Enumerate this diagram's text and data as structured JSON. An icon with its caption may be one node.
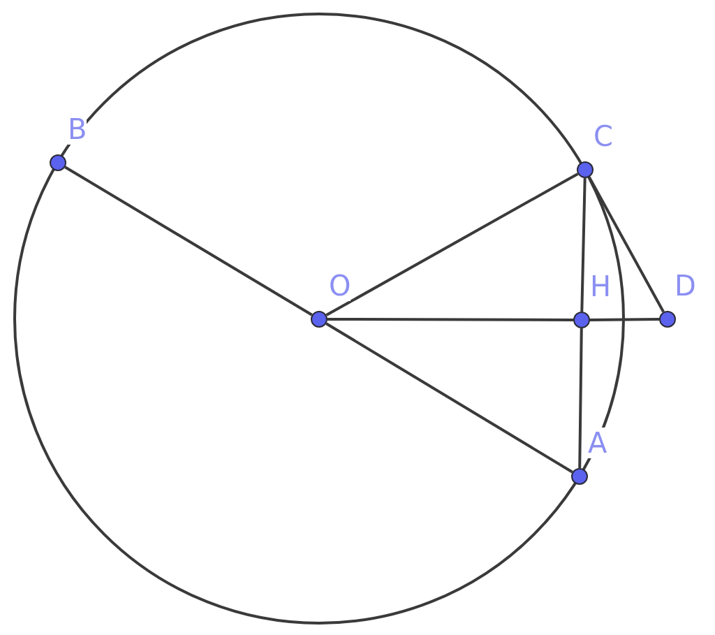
{
  "diagram": {
    "nodes": [
      {
        "text": [
          "B"
        ]
      },
      {
        "text": [
          "C"
        ]
      },
      {
        "text": [
          "O"
        ]
      },
      {
        "text": [
          "H"
        ]
      },
      {
        "text": [
          "D"
        ]
      },
      {
        "text": [
          "A"
        ]
      }
    ],
    "edges": [
      {
        "from": 0,
        "to": 2,
        "arrow": "none"
      },
      {
        "from": 2,
        "to": 1,
        "arrow": "none"
      },
      {
        "from": 2,
        "to": 3,
        "arrow": "none"
      },
      {
        "from": 3,
        "to": 4,
        "arrow": "none"
      },
      {
        "from": 1,
        "to": 3,
        "arrow": "none"
      },
      {
        "from": 3,
        "to": 5,
        "arrow": "none"
      },
      {
        "from": 2,
        "to": 5,
        "arrow": "none"
      },
      {
        "from": 1,
        "to": 4,
        "arrow": "none"
      }
    ]
  }
}
